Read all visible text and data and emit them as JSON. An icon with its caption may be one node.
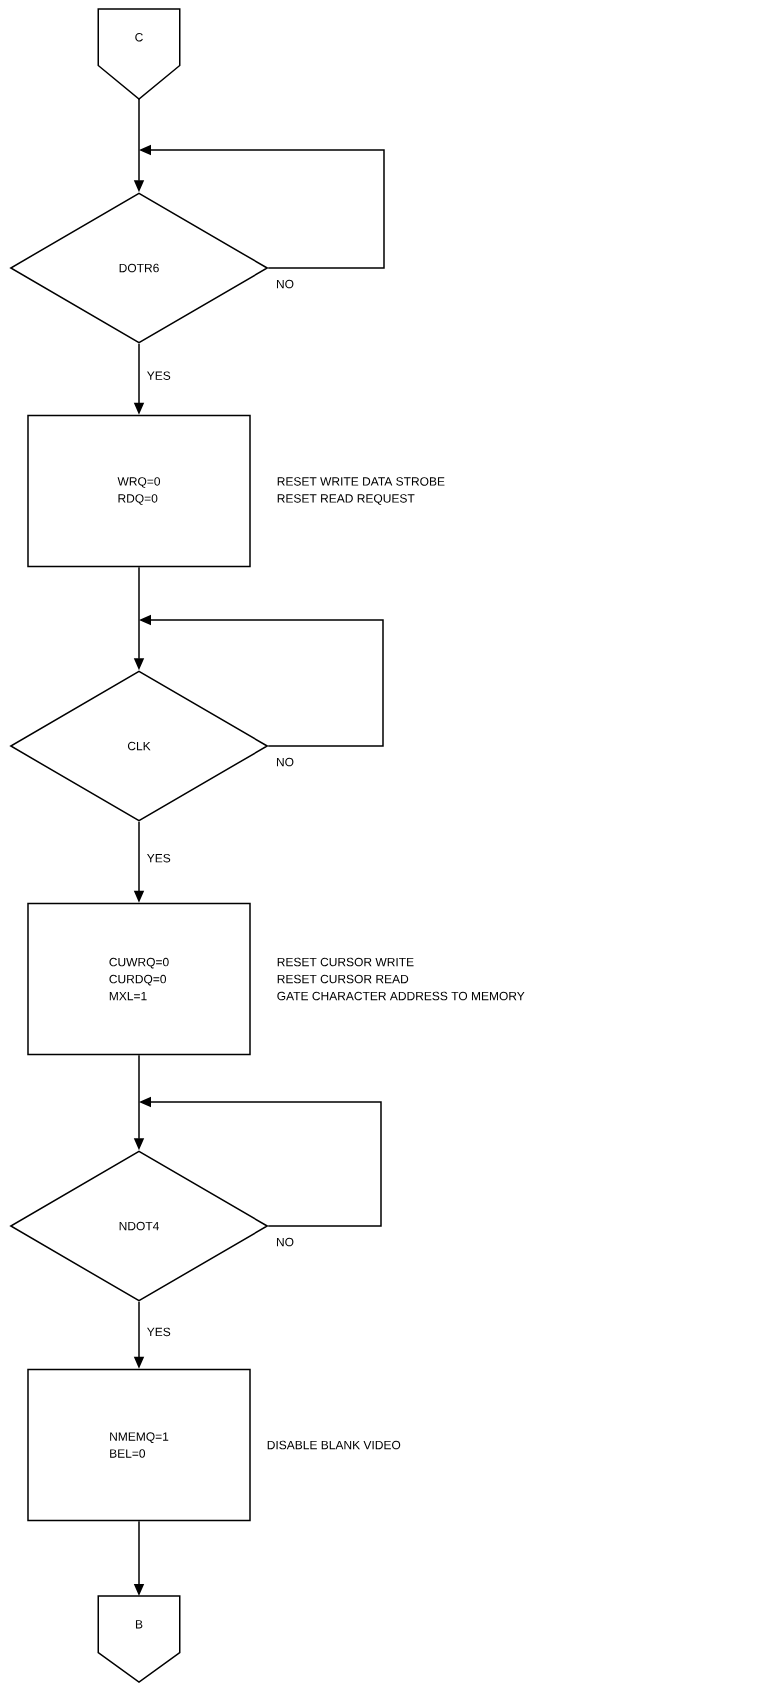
{
  "diagram": {
    "nodes": [
      {
        "text": [
          "C"
        ]
      },
      {
        "text": [
          "DOTR6"
        ]
      },
      {
        "text": [
          "WRQ=0",
          "RDQ=0"
        ],
        "beside": [
          "RESET WRITE DATA STROBE",
          "RESET READ REQUEST"
        ]
      },
      {
        "text": [
          "CLK"
        ]
      },
      {
        "text": [
          "CUWRQ=0",
          "CURDQ=0",
          "MXL=1"
        ],
        "beside": [
          "RESET CURSOR WRITE",
          "RESET CURSOR READ",
          "GATE CHARACTER ADDRESS TO MEMORY"
        ]
      },
      {
        "text": [
          "NDOT4"
        ]
      },
      {
        "text": [
          "NMEMQ=1",
          "BEL=0"
        ],
        "beside": [
          "DISABLE BLANK VIDEO"
        ]
      },
      {
        "text": [
          "B"
        ]
      }
    ],
    "edges": [
      {
        "from": 0,
        "to": 1,
        "arrow": "to"
      },
      {
        "from": 1,
        "to": 1,
        "arrow": "to",
        "label": "NO"
      },
      {
        "from": 1,
        "to": 2,
        "arrow": "to",
        "label": "YES"
      },
      {
        "from": 2,
        "to": 3,
        "arrow": "to"
      },
      {
        "from": 3,
        "to": 3,
        "arrow": "to",
        "label": "NO"
      },
      {
        "from": 3,
        "to": 4,
        "arrow": "to",
        "label": "YES"
      },
      {
        "from": 4,
        "to": 5,
        "arrow": "to"
      },
      {
        "from": 5,
        "to": 5,
        "arrow": "to",
        "label": "NO"
      },
      {
        "from": 5,
        "to": 6,
        "arrow": "to",
        "label": "YES"
      },
      {
        "from": 6,
        "to": 7,
        "arrow": "to"
      }
    ]
  }
}
